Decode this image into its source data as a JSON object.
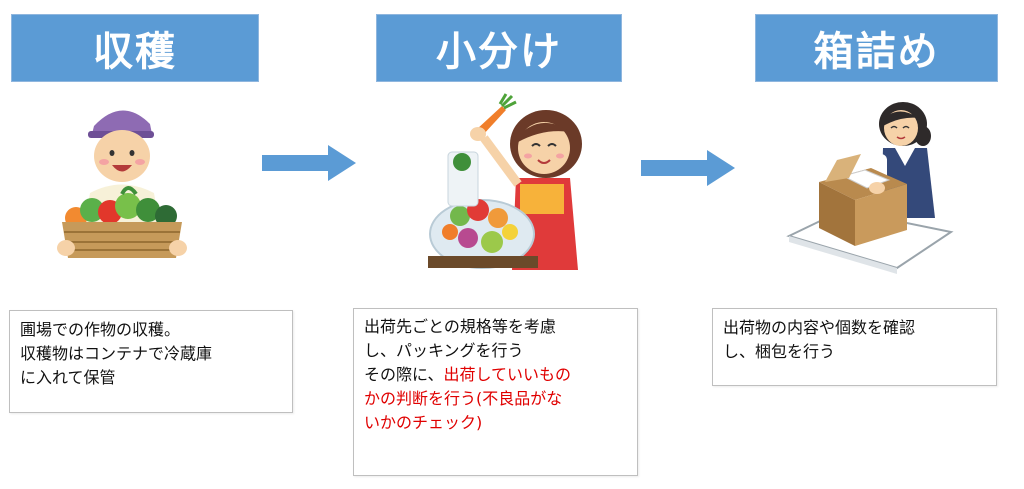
{
  "steps": [
    {
      "title": "収穫",
      "desc_lines": [
        "圃場での作物の収穫。",
        "収穫物はコンテナで冷蔵庫",
        "に入れて保管"
      ]
    },
    {
      "title": "小分け",
      "desc_lines": [
        "出荷先ごとの規格等を考慮",
        "し、パッキングを行う"
      ],
      "desc_line3_prefix": "その際に、",
      "desc_line3_red": "出荷していいもの",
      "desc_line4": "かの判断を行う(不良品がな",
      "desc_line5": "いかのチェック)"
    },
    {
      "title": "箱詰め",
      "desc_lines": [
        "出荷物の内容や個数を確認",
        "し、梱包を行う"
      ]
    }
  ],
  "colors": {
    "header": "#5b9bd5",
    "arrow": "#5b9bd5",
    "highlight": "#e00000"
  },
  "icons": [
    "farmer-with-vegetables-illustration",
    "woman-packing-vegetables-illustration",
    "woman-packing-box-illustration",
    "right-arrow-icon"
  ]
}
